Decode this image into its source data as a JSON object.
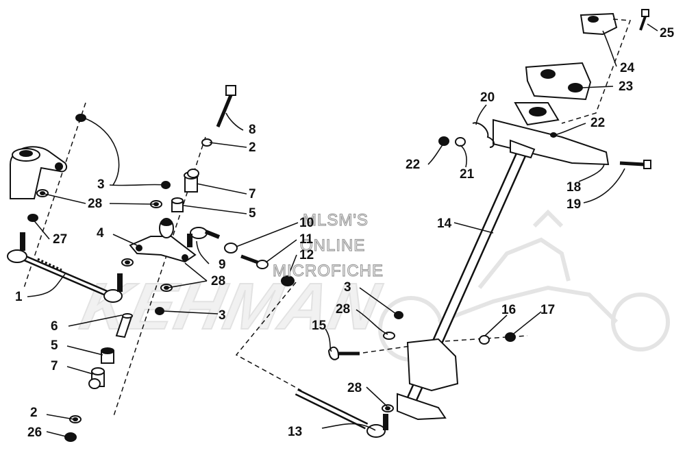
{
  "diagram": {
    "part_callouts": [
      "1",
      "2",
      "3",
      "4",
      "5",
      "6",
      "7",
      "8",
      "9",
      "10",
      "11",
      "12",
      "13",
      "14",
      "15",
      "16",
      "17",
      "18",
      "19",
      "20",
      "21",
      "22",
      "23",
      "24",
      "25",
      "26",
      "27",
      "28"
    ],
    "callouts": {
      "c1": "1",
      "c2a": "2",
      "c2b": "2",
      "c3a": "3",
      "c3b": "3",
      "c3c": "3",
      "c4": "4",
      "c5a": "5",
      "c5b": "5",
      "c6": "6",
      "c7a": "7",
      "c7b": "7",
      "c8": "8",
      "c9": "9",
      "c10": "10",
      "c11": "11",
      "c12": "12",
      "c13": "13",
      "c14": "14",
      "c15": "15",
      "c16": "16",
      "c17": "17",
      "c18": "18",
      "c19": "19",
      "c20": "20",
      "c21": "21",
      "c22a": "22",
      "c22b": "22",
      "c23": "23",
      "c24": "24",
      "c25": "25",
      "c26": "26",
      "c27": "27",
      "c28a": "28",
      "c28b": "28",
      "c28c": "28",
      "c28d": "28"
    },
    "line_color": "#111111"
  },
  "watermark": {
    "line1": "MLSM'S",
    "line2": "ONLINE",
    "line3": "MICROFICHE",
    "logo_text": "KEHMAN",
    "color": "#e6e6e6"
  }
}
